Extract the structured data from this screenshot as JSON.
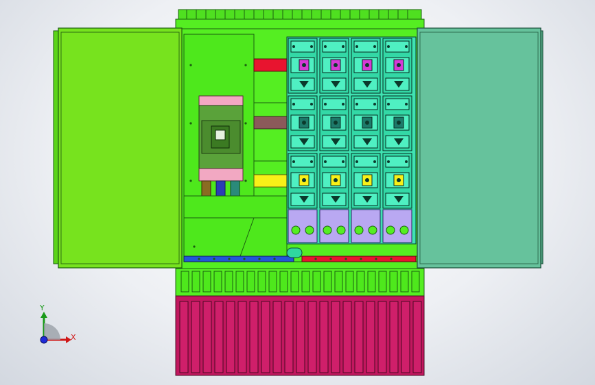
{
  "viewport": {
    "background": "#e9ecf1"
  },
  "model": {
    "name_icon": "electrical-distribution-cabinet",
    "colors": {
      "door_left": "#77e31e",
      "door_right": "#66c29c",
      "cabinet": "#55ee22",
      "meter_panel": "#3fe3b2",
      "base": "#c2175f",
      "bus_red": "#e8142f",
      "bus_brown": "#8b5a5a",
      "bus_yellow": "#f8f018",
      "bus_blue": "#2257d8",
      "fuse_purple": "#b9a8f2",
      "breaker": "#5aa23a",
      "breaker_pink": "#f2a8c2"
    },
    "meter_grid": {
      "columns": 4,
      "rows": 3
    }
  },
  "triad": {
    "x_label": "X",
    "y_label": "Y",
    "x_color": "#d01818",
    "y_color": "#1a9a1a",
    "z_color": "#1e2ad8"
  }
}
